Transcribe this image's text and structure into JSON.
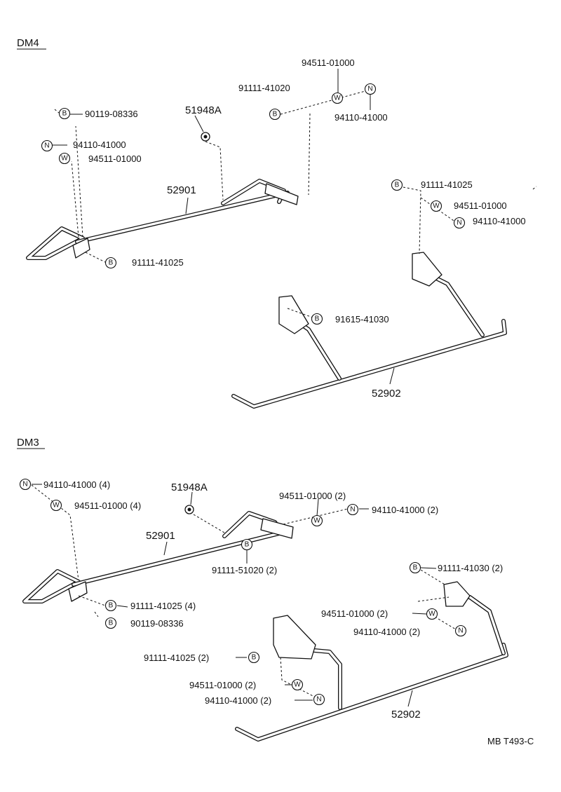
{
  "figure_id": "MB T493-C",
  "sections": [
    {
      "id": "dm4",
      "title": "DM4",
      "labels": {
        "l1": "94511-01000",
        "l2": "91111-41020",
        "l3": "94110-41000",
        "l4": "90119-08336",
        "l5": "51948A",
        "l6": "94110-41000",
        "l7": "94511-01000",
        "l8": "52901",
        "l9": "91111-41025",
        "l10": "91111-41025",
        "l11": "94511-01000",
        "l12": "94110-41000",
        "l13": "91615-41030",
        "l14": "52902"
      }
    },
    {
      "id": "dm3",
      "title": "DM3",
      "labels": {
        "l1": "94110-41000 (4)",
        "l2": "94511-01000 (4)",
        "l3": "51948A",
        "l4": "94511-01000 (2)",
        "l5": "94110-41000 (2)",
        "l6": "52901",
        "l7": "91111-51020 (2)",
        "l8": "91111-41025 (4)",
        "l9": "90119-08336",
        "l10": "91111-41030 (2)",
        "l11": "94511-01000 (2)",
        "l12": "94110-41000 (2)",
        "l13": "91111-41025 (2)",
        "l14": "94511-01000 (2)",
        "l15": "94110-41000 (2)",
        "l16": "52902"
      }
    }
  ],
  "symbols": {
    "bolt": "B",
    "washer": "W",
    "nut": "N"
  },
  "colors": {
    "ink": "#111111",
    "paper": "#ffffff"
  }
}
